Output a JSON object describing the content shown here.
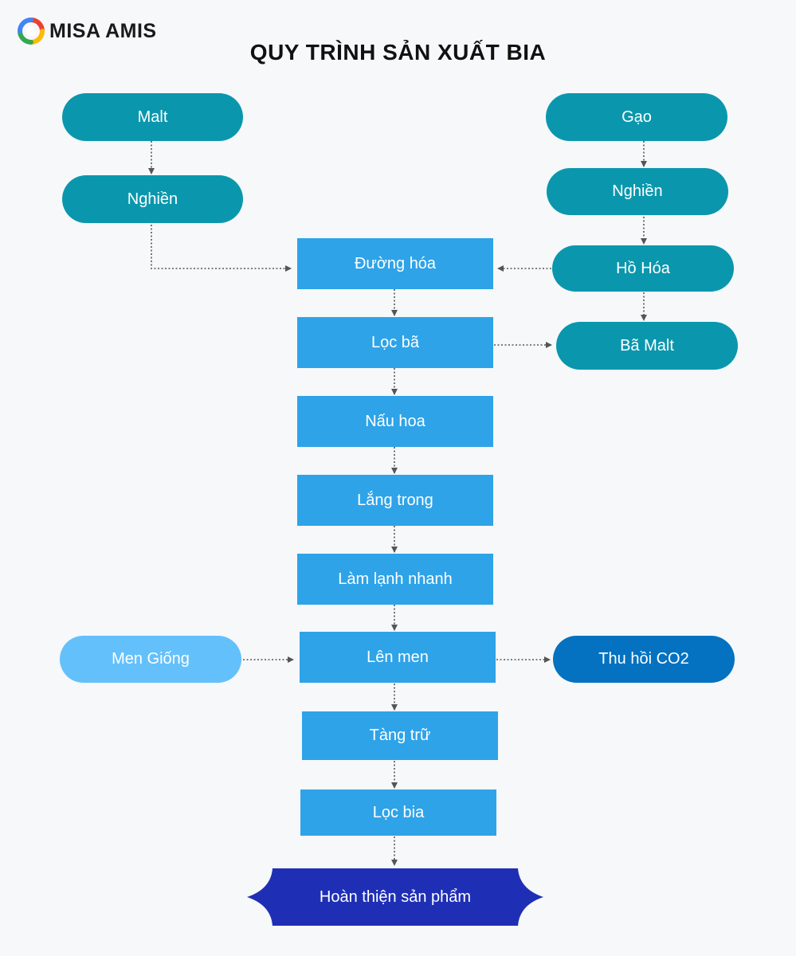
{
  "brand": {
    "name": "MISA AMIS",
    "colors": [
      "#e94235",
      "#fbbc04",
      "#34a853",
      "#4285f4"
    ]
  },
  "title": "QUY TRÌNH SẢN XUẤT BIA",
  "colors": {
    "input_pill": "#0a97ad",
    "process_step": "#2ea3e8",
    "yeast_input": "#64c0fb",
    "co2_output": "#0472c0",
    "final_step": "#1f2fb5",
    "connector": "#555555"
  },
  "nodes": {
    "malt": "Malt",
    "malt_grind": "Nghiền",
    "rice": "Gạo",
    "rice_grind": "Nghiền",
    "gelatinization": "Hồ Hóa",
    "spent_grain": "Bã Malt",
    "saccharification": "Đường hóa",
    "lautering": "Lọc bã",
    "hop_boiling": "Nấu hoa",
    "clarification": "Lắng trong",
    "rapid_cooling": "Làm lạnh nhanh",
    "yeast_culture": "Men Giống",
    "fermentation": "Lên men",
    "co2_recovery": "Thu hồi CO2",
    "maturation": "Tàng trữ",
    "beer_filtration": "Lọc bia",
    "finishing": "Hoàn thiện sản phẩm"
  },
  "connections": [
    [
      "malt",
      "malt_grind"
    ],
    [
      "malt_grind",
      "saccharification"
    ],
    [
      "rice",
      "rice_grind"
    ],
    [
      "rice_grind",
      "gelatinization"
    ],
    [
      "gelatinization",
      "saccharification"
    ],
    [
      "gelatinization",
      "spent_grain"
    ],
    [
      "saccharification",
      "lautering"
    ],
    [
      "lautering",
      "spent_grain"
    ],
    [
      "lautering",
      "hop_boiling"
    ],
    [
      "hop_boiling",
      "clarification"
    ],
    [
      "clarification",
      "rapid_cooling"
    ],
    [
      "rapid_cooling",
      "fermentation"
    ],
    [
      "yeast_culture",
      "fermentation"
    ],
    [
      "fermentation",
      "co2_recovery"
    ],
    [
      "fermentation",
      "maturation"
    ],
    [
      "maturation",
      "beer_filtration"
    ],
    [
      "beer_filtration",
      "finishing"
    ]
  ]
}
